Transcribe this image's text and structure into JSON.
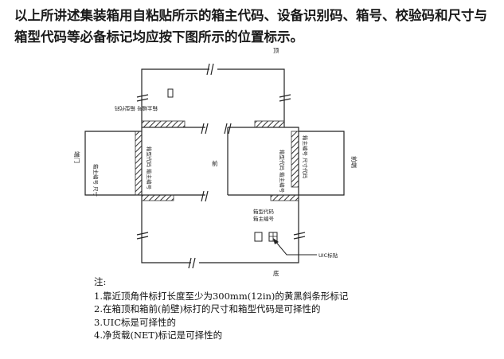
{
  "intro_text": "以上所讲述集装箱用自粘贴所示的箱主代码、设备识别码、箱号、校验码和尺寸与箱型代码等必备标记均应按下图所示的位置标示。",
  "diagram": {
    "top_label": "顶",
    "bottom_label": "底",
    "center_label": "前",
    "left_end_label": "端门",
    "right_end_label": "前端",
    "top_panel_marks": "箱主编号 箱型代码",
    "left_side_marks": "箱型代码 箱主编号",
    "left_door_marks": "箱主编号 尺寸",
    "right_side_marks_a": "箱型代码 箱主编号",
    "right_side_marks_b": "箱主编号 尺寸代码",
    "bottom_panel_marks_1": "箱型代码",
    "bottom_panel_marks_2": "箱主编号",
    "uic_label": "UIC标贴"
  },
  "notes": {
    "title": "注:",
    "items": [
      "1.靠近顶角件标打长度至少为300mm(12in)的黄黑斜条形标记",
      "2.在箱顶和箱前(前壁)标打的尺寸和箱型代码是可择性的",
      "3.UIC标是可择性的",
      "4.净货载(NET)标记是可择性的"
    ]
  },
  "colors": {
    "line": "#222222",
    "hatch": "#333333"
  }
}
